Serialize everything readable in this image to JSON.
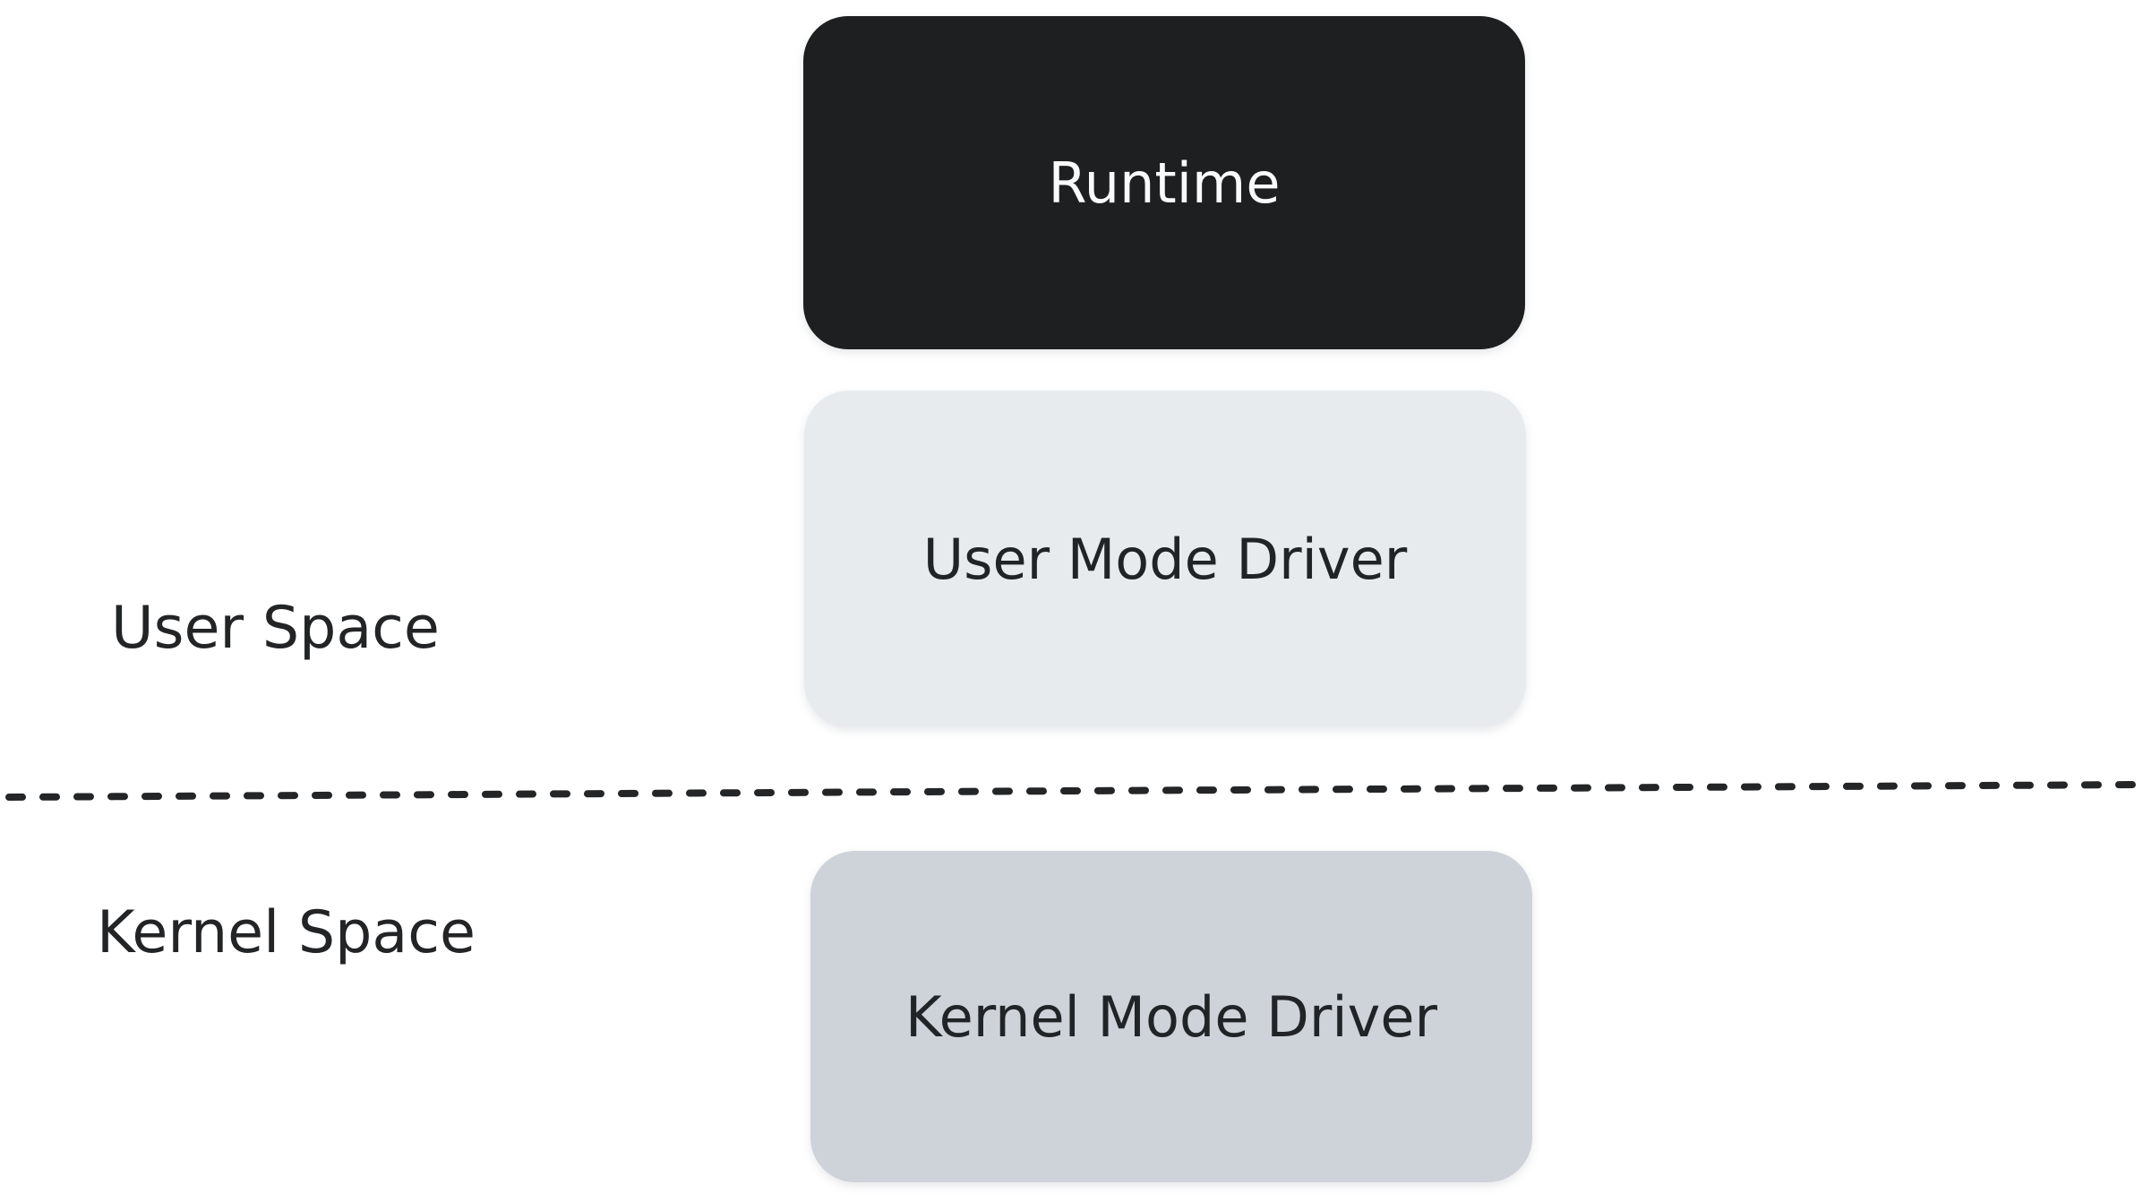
{
  "diagram": {
    "background_color": "#ffffff",
    "boxes": [
      {
        "id": "runtime",
        "label": "Runtime",
        "bg_color": "#1e1f21",
        "text_color": "#fafafa"
      },
      {
        "id": "user-mode-driver",
        "label": "User Mode Driver",
        "bg_color": "#e8ebee",
        "text_color": "#212427"
      },
      {
        "id": "kernel-mode-driver",
        "label": "Kernel Mode Driver",
        "bg_color": "#ced2d9",
        "text_color": "#212427"
      }
    ],
    "space_labels": [
      {
        "id": "user-space",
        "text": "User Space",
        "color": "#222426"
      },
      {
        "id": "kernel-space",
        "text": "Kernel Space",
        "color": "#222426"
      }
    ],
    "divider": {
      "type": "dashed-line",
      "color": "#232527"
    }
  }
}
